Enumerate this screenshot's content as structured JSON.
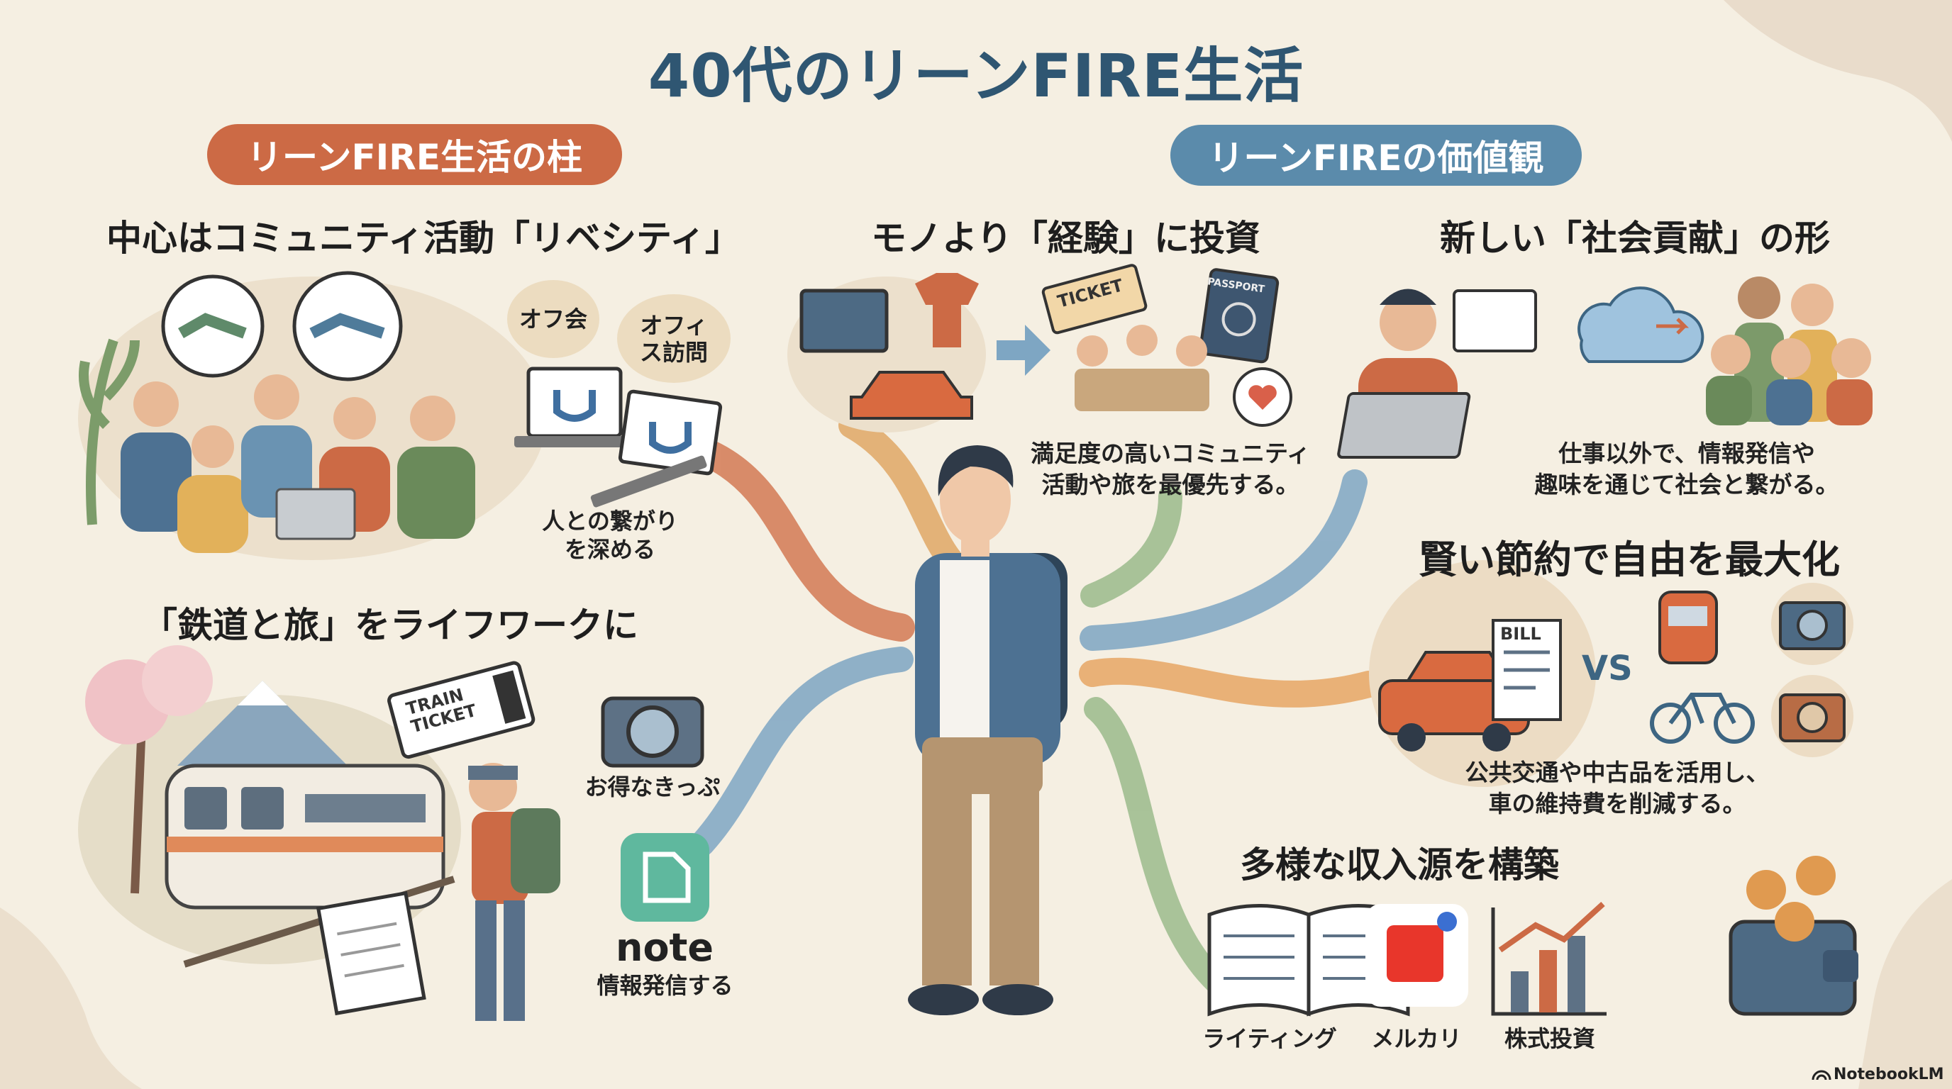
{
  "title": "40代のリーンFIRE生活",
  "left_section": {
    "pill": "リーンFIRE生活の柱",
    "community": {
      "heading": "中心はコミュニティ活動「リベシティ」",
      "bubble_offkai": "オフ会",
      "bubble_office": "オフィス訪問",
      "caption_line1": "人との繋がり",
      "caption_line2": "を深める"
    },
    "travel": {
      "heading": "「鉄道と旅」をライフワークに",
      "ticket_text_line1": "TRAIN",
      "ticket_text_line2": "TICKET",
      "camera_caption": "お得なきっぷ",
      "note_label": "note",
      "note_caption": "情報発信する"
    }
  },
  "right_section": {
    "pill": "リーンFIREの価値観",
    "experience": {
      "heading": "モノより「経験」に投資",
      "ticket_text": "TICKET",
      "passport_text": "PASSPORT",
      "desc_line1": "満足度の高いコミュニティ",
      "desc_line2": "活動や旅を最優先する。"
    },
    "contribution": {
      "heading": "新しい「社会貢献」の形",
      "desc_line1": "仕事以外で、情報発信や",
      "desc_line2": "趣味を通じて社会と繋がる。"
    },
    "saving": {
      "heading": "賢い節約で自由を最大化",
      "bill_text": "BILL",
      "vs_text": "VS",
      "desc_line1": "公共交通や中古品を活用し、",
      "desc_line2": "車の維持費を削減する。"
    },
    "income": {
      "heading": "多様な収入源を構築",
      "sources": [
        "ライティング",
        "メルカリ",
        "株式投資"
      ]
    }
  },
  "watermark": "NotebookLM",
  "colors": {
    "background": "#f5efe2",
    "title": "#2f5672",
    "orange": "#cc6a45",
    "blue": "#5b8bab",
    "green": "#8fae84",
    "note_green": "#5fb89e",
    "mercari_red": "#e8362b"
  }
}
